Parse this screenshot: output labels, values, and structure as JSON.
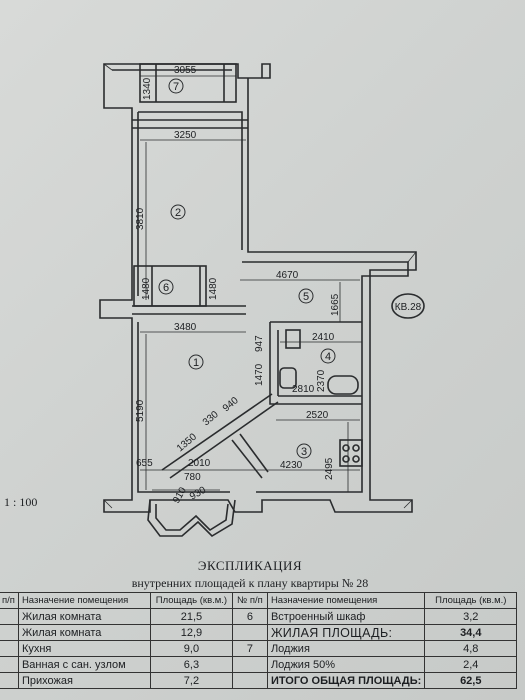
{
  "plan": {
    "apartment_tag": "КВ.28",
    "rooms": [
      "7",
      "2",
      "6",
      "5",
      "1",
      "4",
      "3"
    ],
    "dimensions": {
      "d3055": "3055",
      "d1340": "1340",
      "d3250": "3250",
      "d3810": "3810",
      "d1480a": "1480",
      "d1480b": "1480",
      "d4670": "4670",
      "d1665": "1665",
      "d3480": "3480",
      "d947": "947",
      "d2410": "2410",
      "d1470": "1470",
      "d2810": "2810",
      "d2370": "2370",
      "d5190": "5190",
      "d940": "940",
      "d330": "330",
      "d1350": "1350",
      "d2520": "2520",
      "d2495": "2495",
      "d655": "655",
      "d2010": "2010",
      "d4230": "4230",
      "d780": "780",
      "d910": "910",
      "d930": "930"
    },
    "scale": "1 : 100"
  },
  "explication": {
    "title": "ЭКСПЛИКАЦИЯ",
    "subtitle": "внутренних площадей к плану  квартиры № 28",
    "headers": {
      "num1": "п/п",
      "name1": "Назначение помещения",
      "area1": "Площадь (кв.м.)",
      "num2": "№ п/п",
      "name2": "Назначение помещения",
      "area2": "Площадь (кв.м.)"
    },
    "rows": [
      {
        "num1": "",
        "name1": "Жилая комната",
        "area1": "21,5",
        "num2": "6",
        "name2": "Встроенный шкаф",
        "area2": "3,2"
      },
      {
        "num1": "",
        "name1": "Жилая комната",
        "area1": "12,9",
        "num2": "",
        "name2": "ЖИЛАЯ ПЛОЩАДЬ:",
        "area2": "34,4"
      },
      {
        "num1": "",
        "name1": "Кухня",
        "area1": "9,0",
        "num2": "7",
        "name2": "Лоджия",
        "area2": "4,8"
      },
      {
        "num1": "",
        "name1": "Ванная с сан. узлом",
        "area1": "6,3",
        "num2": "",
        "name2": "Лоджия 50%",
        "area2": "2,4"
      },
      {
        "num1": "",
        "name1": "Прихожая",
        "area1": "7,2",
        "num2": "",
        "name2": "ИТОГО ОБЩАЯ ПЛОЩАДЬ:",
        "area2": "62,5"
      }
    ]
  }
}
